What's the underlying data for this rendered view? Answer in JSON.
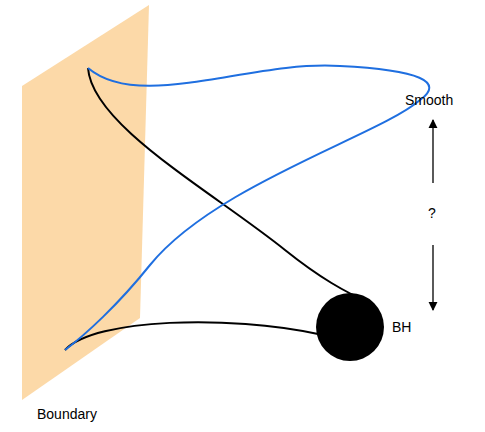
{
  "diagram": {
    "labels": [
      "Smooth",
      "?",
      "BH",
      "Boundary"
    ]
  }
}
